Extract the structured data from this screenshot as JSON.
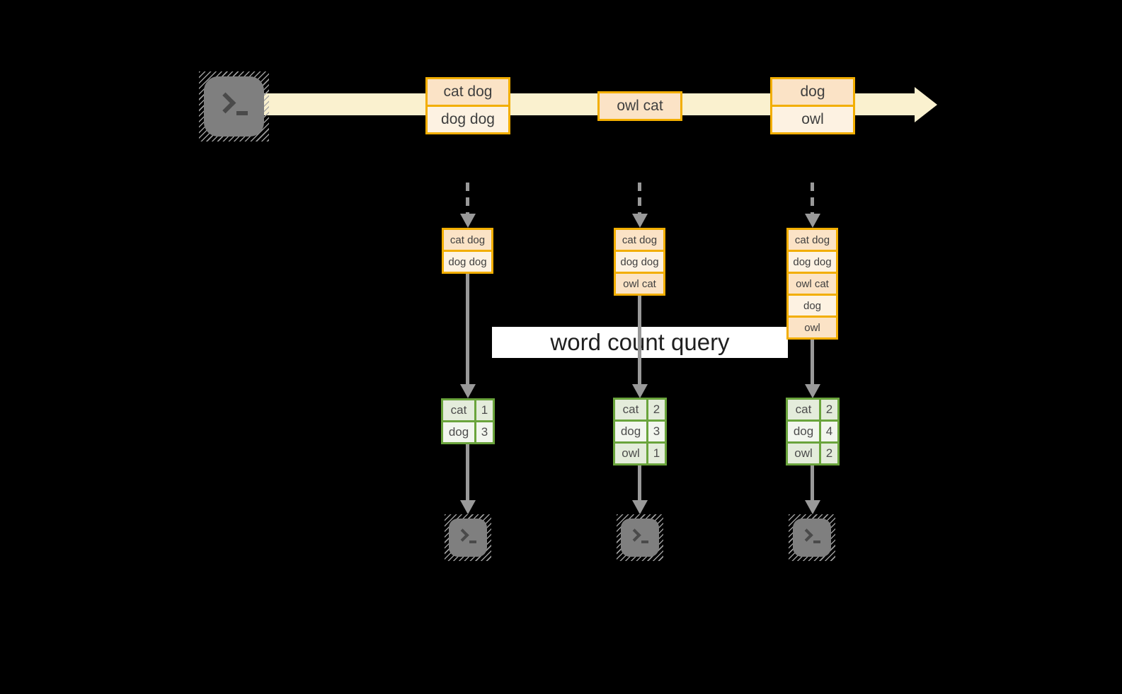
{
  "query_label": "word count query",
  "stream_events": [
    {
      "lines": [
        "cat dog",
        "dog dog"
      ]
    },
    {
      "lines": [
        "owl cat"
      ]
    },
    {
      "lines": [
        "dog",
        "owl"
      ]
    }
  ],
  "states": [
    {
      "lines": [
        "cat dog",
        "dog dog"
      ]
    },
    {
      "lines": [
        "cat dog",
        "dog dog",
        "owl cat"
      ]
    },
    {
      "lines": [
        "cat dog",
        "dog dog",
        "owl cat",
        "dog",
        "owl"
      ]
    }
  ],
  "counts": [
    {
      "rows": [
        {
          "word": "cat",
          "count": "1"
        },
        {
          "word": "dog",
          "count": "3"
        }
      ]
    },
    {
      "rows": [
        {
          "word": "cat",
          "count": "2"
        },
        {
          "word": "dog",
          "count": "3"
        },
        {
          "word": "owl",
          "count": "1"
        }
      ]
    },
    {
      "rows": [
        {
          "word": "cat",
          "count": "2"
        },
        {
          "word": "dog",
          "count": "4"
        },
        {
          "word": "owl",
          "count": "2"
        }
      ]
    }
  ],
  "icons": {
    "source": "terminal-prompt-icon",
    "sinks": [
      "terminal-prompt-icon",
      "terminal-prompt-icon",
      "terminal-prompt-icon"
    ]
  },
  "colors": {
    "background": "#000000",
    "stream_band": "#FAF1CF",
    "amber_border": "#F2AE00",
    "fill_peach": "#FBE3C6",
    "fill_cream": "#FDF2E2",
    "green_border": "#6AA43C",
    "fill_sage": "#E4ECDB",
    "fill_sage_light": "#F2F6EE",
    "arrow_gray": "#999999",
    "terminal_gray": "#7F7F7F",
    "query_bg": "#FFFFFF",
    "query_text": "#1F1F1F"
  }
}
